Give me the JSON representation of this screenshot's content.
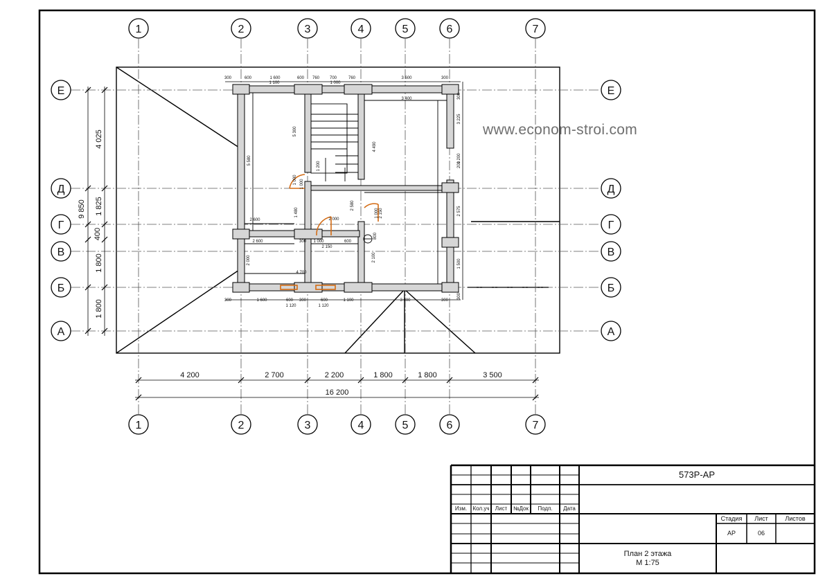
{
  "watermark": "www.econom-stroi.com",
  "axes": {
    "columns": [
      "1",
      "2",
      "3",
      "4",
      "5",
      "6",
      "7"
    ],
    "rows": [
      "Е",
      "Д",
      "Г",
      "В",
      "Б",
      "А"
    ]
  },
  "bottom_dimensions": {
    "spans": [
      "4 200",
      "2 700",
      "2 200",
      "1 800",
      "1 800",
      "3 500"
    ],
    "total": "16 200"
  },
  "left_dimensions": {
    "spans": [
      "4 025",
      "1 825",
      "400",
      "1 800",
      "1 800"
    ],
    "total": "9 850"
  },
  "plan_dimensions": {
    "top_row": [
      "300",
      "600",
      "1 600",
      "600",
      "760",
      "700",
      "760",
      "3 600",
      "300"
    ],
    "top_row2": [
      "1 100",
      "1 000"
    ],
    "top_inner": "3 400",
    "right_side": [
      "300",
      "3 225",
      "1 200",
      "200",
      "2 575",
      "1 500",
      "300"
    ],
    "interior": [
      "5 300",
      "5 580",
      "1 200",
      "4 490",
      "1 000",
      "1 000",
      "2 580",
      "1 480",
      "2 000",
      "2 600",
      "1 000",
      "2 150",
      "2 600",
      "300",
      "600",
      "2 150",
      "2 000",
      "2 100",
      "1 000",
      "4 700",
      "800"
    ],
    "bottom_row": [
      "300",
      "1 600",
      "600",
      "300",
      "600",
      "1 100",
      "3 600",
      "300"
    ],
    "bottom_row2": [
      "1 120",
      "1 120"
    ]
  },
  "title_block": {
    "code": "573P-AP",
    "header_labels": [
      "Изм.",
      "Кол.уч",
      "Лист",
      "№Док",
      "Подп.",
      "Дата"
    ],
    "stage_header": "Стадия",
    "sheet_header": "Лист",
    "sheets_header": "Листов",
    "stage_value": "АР",
    "sheet_value": "06",
    "sheets_value": "",
    "drawing_title": "План 2 этажа",
    "scale": "М 1:75"
  }
}
